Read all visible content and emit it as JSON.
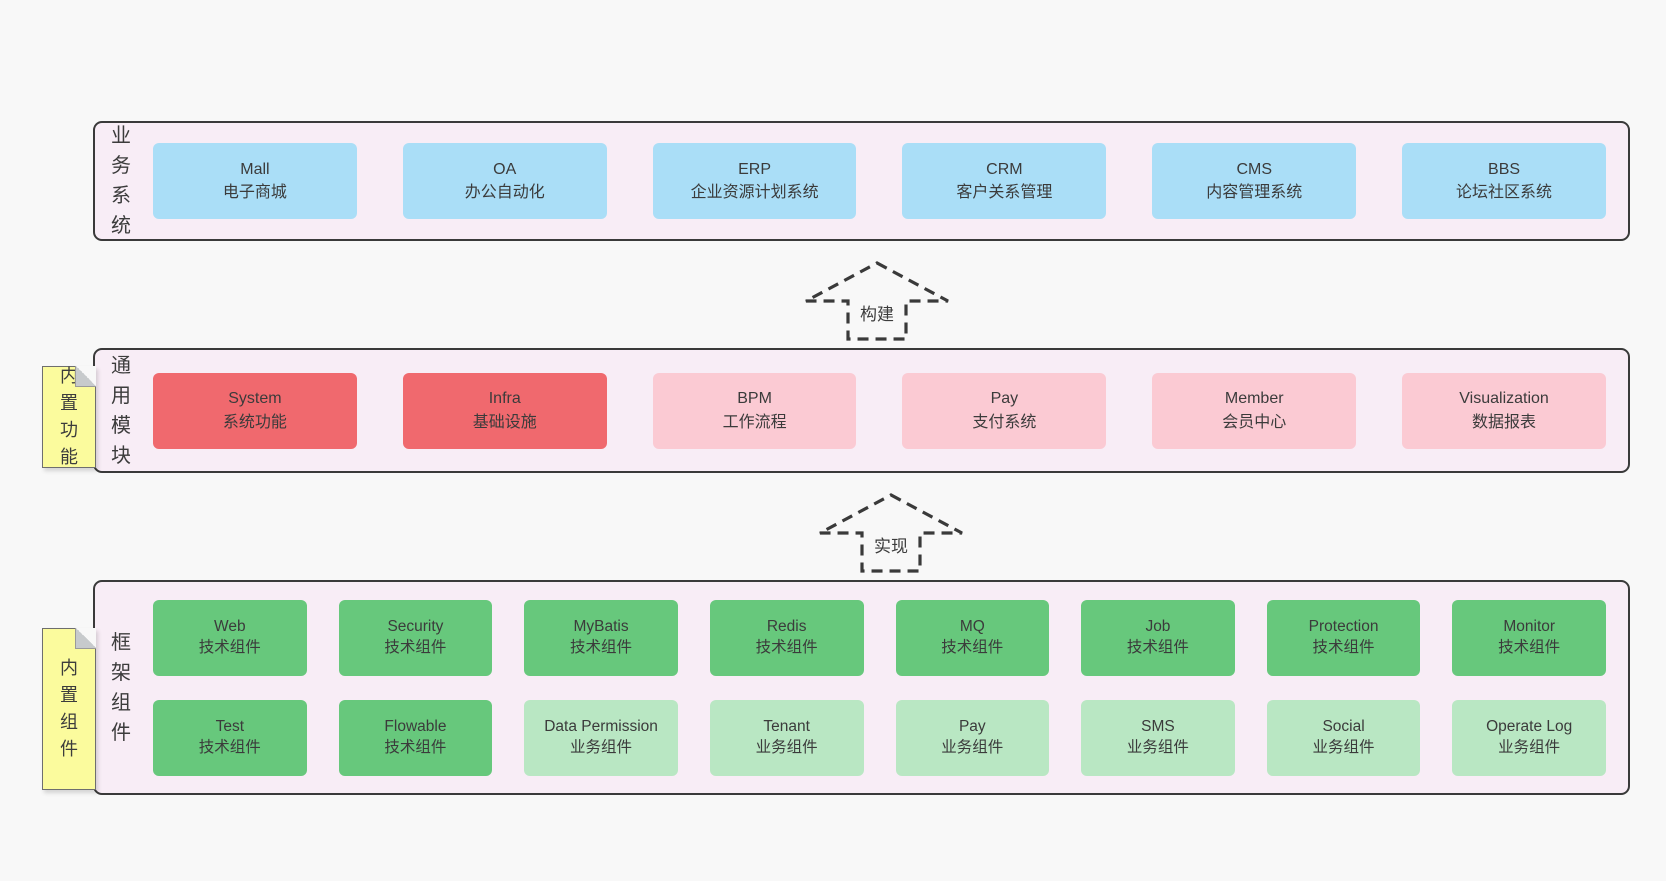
{
  "colors": {
    "page_bg": "#f8f8f8",
    "container_bg": "#f8edf6",
    "container_border": "#3a3a3a",
    "box_blue": "#aadef7",
    "box_red": "#f0696e",
    "box_pink": "#fbcad3",
    "box_green": "#67c87c",
    "box_light_green": "#b9e7c3",
    "sticky_yellow": "#fbfb9d",
    "text": "#3b3b3b"
  },
  "business": {
    "label": "业务系统",
    "boxes": [
      {
        "title": "Mall",
        "subtitle": "电子商城",
        "variant": "blue"
      },
      {
        "title": "OA",
        "subtitle": "办公自动化",
        "variant": "blue"
      },
      {
        "title": "ERP",
        "subtitle": "企业资源计划系统",
        "variant": "blue"
      },
      {
        "title": "CRM",
        "subtitle": "客户关系管理",
        "variant": "blue"
      },
      {
        "title": "CMS",
        "subtitle": "内容管理系统",
        "variant": "blue"
      },
      {
        "title": "BBS",
        "subtitle": "论坛社区系统",
        "variant": "blue"
      }
    ]
  },
  "arrows": {
    "build": "构建",
    "implement": "实现"
  },
  "modules": {
    "label": "通用模块",
    "sticky": "内置功能",
    "boxes": [
      {
        "title": "System",
        "subtitle": "系统功能",
        "variant": "red"
      },
      {
        "title": "Infra",
        "subtitle": "基础设施",
        "variant": "red"
      },
      {
        "title": "BPM",
        "subtitle": "工作流程",
        "variant": "pink"
      },
      {
        "title": "Pay",
        "subtitle": "支付系统",
        "variant": "pink"
      },
      {
        "title": "Member",
        "subtitle": "会员中心",
        "variant": "pink"
      },
      {
        "title": "Visualization",
        "subtitle": "数据报表",
        "variant": "pink"
      }
    ]
  },
  "framework": {
    "label": "框架组件",
    "sticky": "内置组件",
    "row1": [
      {
        "title": "Web",
        "subtitle": "技术组件",
        "variant": "green"
      },
      {
        "title": "Security",
        "subtitle": "技术组件",
        "variant": "green"
      },
      {
        "title": "MyBatis",
        "subtitle": "技术组件",
        "variant": "green"
      },
      {
        "title": "Redis",
        "subtitle": "技术组件",
        "variant": "green"
      },
      {
        "title": "MQ",
        "subtitle": "技术组件",
        "variant": "green"
      },
      {
        "title": "Job",
        "subtitle": "技术组件",
        "variant": "green"
      },
      {
        "title": "Protection",
        "subtitle": "技术组件",
        "variant": "green"
      },
      {
        "title": "Monitor",
        "subtitle": "技术组件",
        "variant": "green"
      }
    ],
    "row2": [
      {
        "title": "Test",
        "subtitle": "技术组件",
        "variant": "green"
      },
      {
        "title": "Flowable",
        "subtitle": "技术组件",
        "variant": "green"
      },
      {
        "title": "Data Permission",
        "subtitle": "业务组件",
        "variant": "light-green"
      },
      {
        "title": "Tenant",
        "subtitle": "业务组件",
        "variant": "light-green"
      },
      {
        "title": "Pay",
        "subtitle": "业务组件",
        "variant": "light-green"
      },
      {
        "title": "SMS",
        "subtitle": "业务组件",
        "variant": "light-green"
      },
      {
        "title": "Social",
        "subtitle": "业务组件",
        "variant": "light-green"
      },
      {
        "title": "Operate Log",
        "subtitle": "业务组件",
        "variant": "light-green"
      }
    ]
  }
}
